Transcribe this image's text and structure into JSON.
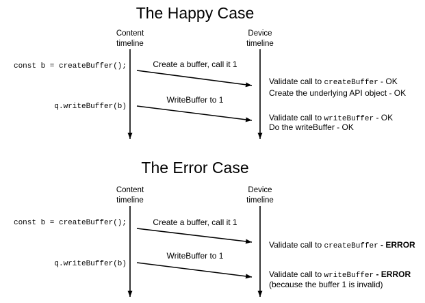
{
  "sections": [
    {
      "title": "The Happy Case",
      "content_timeline": [
        "Content",
        "timeline"
      ],
      "device_timeline": [
        "Device",
        "timeline"
      ],
      "calls": [
        {
          "code": "const b = createBuffer();",
          "message": "Create a buffer, call it 1"
        },
        {
          "code": "q.writeBuffer(b)",
          "message": "WriteBuffer to 1"
        }
      ],
      "results": [
        [
          {
            "prefix": "Validate call to ",
            "code": "createBuffer",
            "suffix": " - OK",
            "bold": false
          },
          {
            "text": "Create the underlying API object - OK"
          }
        ],
        [
          {
            "prefix": "Validate call to ",
            "code": "writeBuffer",
            "suffix": " - OK",
            "bold": false
          },
          {
            "text": "Do the writeBuffer - OK"
          }
        ]
      ]
    },
    {
      "title": "The Error Case",
      "content_timeline": [
        "Content",
        "timeline"
      ],
      "device_timeline": [
        "Device",
        "timeline"
      ],
      "calls": [
        {
          "code": "const b = createBuffer();",
          "message": "Create a buffer, call it 1"
        },
        {
          "code": "q.writeBuffer(b)",
          "message": "WriteBuffer to 1"
        }
      ],
      "results": [
        [
          {
            "prefix": "Validate call to ",
            "code": "createBuffer",
            "suffix": " - ERROR",
            "bold": true
          }
        ],
        [
          {
            "prefix": "Validate call to ",
            "code": "writeBuffer",
            "suffix": " - ERROR",
            "bold": true
          },
          {
            "text": "(because the buffer 1 is invalid)"
          }
        ]
      ]
    }
  ]
}
